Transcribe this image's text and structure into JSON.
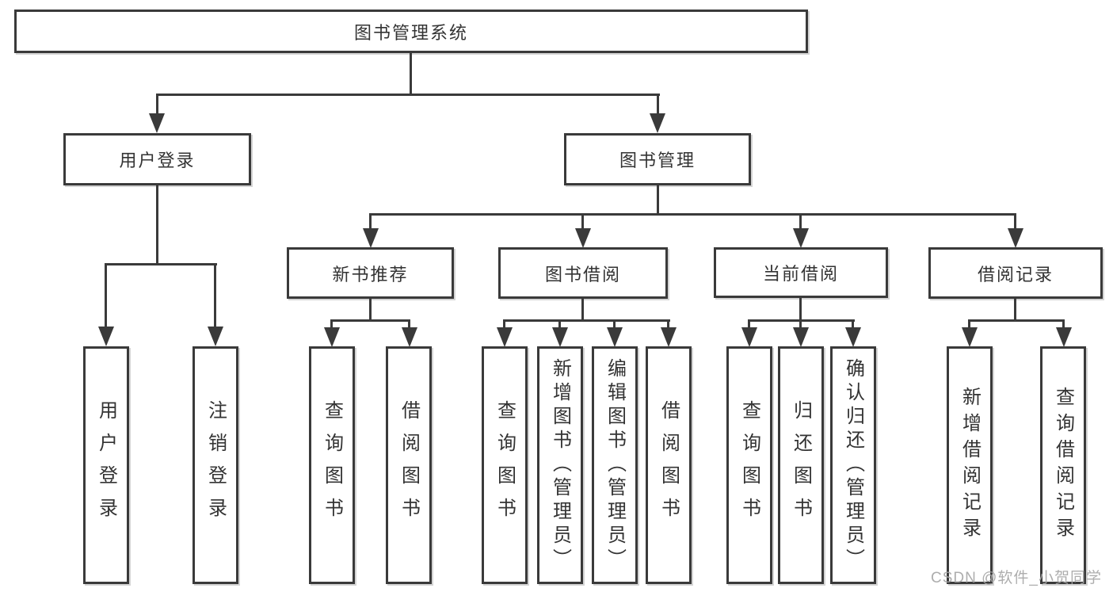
{
  "tree": {
    "root": {
      "label": "图书管理系统"
    },
    "user_login": {
      "label": "用户登录",
      "children": [
        {
          "label": "用户登录"
        },
        {
          "label": "注销登录"
        }
      ]
    },
    "book_management": {
      "label": "图书管理",
      "sections": [
        {
          "label": "新书推荐",
          "children": [
            {
              "label": "查询图书"
            },
            {
              "label": "借阅图书"
            }
          ]
        },
        {
          "label": "图书借阅",
          "children": [
            {
              "label": "查询图书"
            },
            {
              "label": "新增图书（管理员）"
            },
            {
              "label": "编辑图书（管理员）"
            },
            {
              "label": "借阅图书"
            }
          ]
        },
        {
          "label": "当前借阅",
          "children": [
            {
              "label": "查询图书"
            },
            {
              "label": "归还图书"
            },
            {
              "label": "确认归还（管理员）"
            }
          ]
        },
        {
          "label": "借阅记录",
          "children": [
            {
              "label": "新增借阅记录"
            },
            {
              "label": "查询借阅记录"
            }
          ]
        }
      ]
    }
  },
  "watermark": {
    "text": "CSDN @软件_小贺同学"
  },
  "colors": {
    "line": "#3a3a3a",
    "box_border": "#3a3a3a",
    "text": "#333333",
    "watermark": "#a5a5a5",
    "background": "#ffffff"
  }
}
